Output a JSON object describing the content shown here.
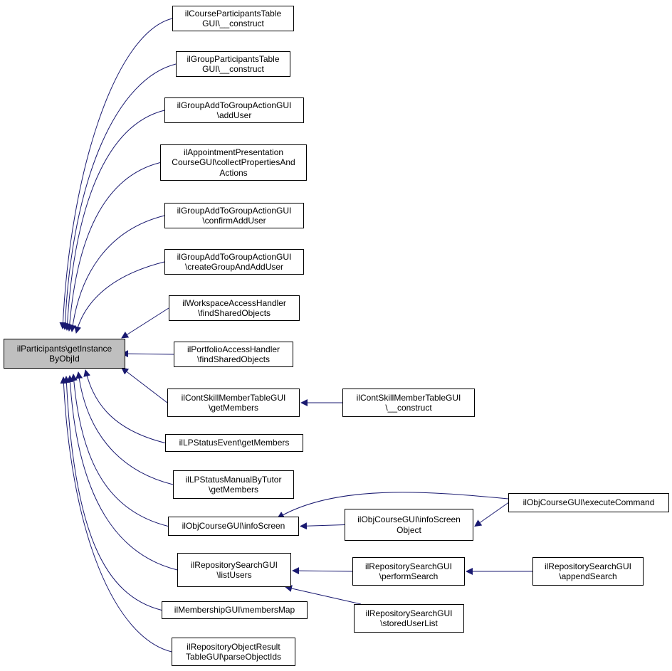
{
  "root": {
    "id": "root",
    "lines": [
      "ilParticipants\\getInstance",
      "ByObjId"
    ]
  },
  "callers": [
    {
      "id": "n1",
      "lines": [
        "ilCourseParticipantsTable",
        "GUI\\__construct"
      ]
    },
    {
      "id": "n2",
      "lines": [
        "ilGroupParticipantsTable",
        "GUI\\__construct"
      ]
    },
    {
      "id": "n3",
      "lines": [
        "ilGroupAddToGroupActionGUI",
        "\\addUser"
      ]
    },
    {
      "id": "n4",
      "lines": [
        "ilAppointmentPresentation",
        "CourseGUI\\collectPropertiesAnd",
        "Actions"
      ]
    },
    {
      "id": "n5",
      "lines": [
        "ilGroupAddToGroupActionGUI",
        "\\confirmAddUser"
      ]
    },
    {
      "id": "n6",
      "lines": [
        "ilGroupAddToGroupActionGUI",
        "\\createGroupAndAddUser"
      ]
    },
    {
      "id": "n7",
      "lines": [
        "ilWorkspaceAccessHandler",
        "\\findSharedObjects"
      ]
    },
    {
      "id": "n8",
      "lines": [
        "ilPortfolioAccessHandler",
        "\\findSharedObjects"
      ]
    },
    {
      "id": "n9",
      "lines": [
        "ilContSkillMemberTableGUI",
        "\\getMembers"
      ]
    },
    {
      "id": "n10",
      "lines": [
        "ilLPStatusEvent\\getMembers"
      ]
    },
    {
      "id": "n11",
      "lines": [
        "ilLPStatusManualByTutor",
        "\\getMembers"
      ]
    },
    {
      "id": "n12",
      "lines": [
        "ilObjCourseGUI\\infoScreen"
      ]
    },
    {
      "id": "n13",
      "lines": [
        "ilRepositorySearchGUI",
        "\\listUsers"
      ]
    },
    {
      "id": "n14",
      "lines": [
        "ilMembershipGUI\\membersMap"
      ]
    },
    {
      "id": "n15",
      "lines": [
        "ilRepositoryObjectResult",
        "TableGUI\\parseObjectIds"
      ]
    }
  ],
  "secondary": [
    {
      "id": "m1",
      "lines": [
        "ilContSkillMemberTableGUI",
        "\\__construct"
      ]
    },
    {
      "id": "m2",
      "lines": [
        "ilObjCourseGUI\\infoScreen",
        "Object"
      ]
    },
    {
      "id": "m3",
      "lines": [
        "ilRepositorySearchGUI",
        "\\performSearch"
      ]
    },
    {
      "id": "m4",
      "lines": [
        "ilRepositorySearchGUI",
        "\\storedUserList"
      ]
    },
    {
      "id": "m5",
      "lines": [
        "ilObjCourseGUI\\executeCommand"
      ]
    },
    {
      "id": "m6",
      "lines": [
        "ilRepositorySearchGUI",
        "\\appendSearch"
      ]
    }
  ],
  "edges": [
    [
      "n1",
      "root"
    ],
    [
      "n2",
      "root"
    ],
    [
      "n3",
      "root"
    ],
    [
      "n4",
      "root"
    ],
    [
      "n5",
      "root"
    ],
    [
      "n6",
      "root"
    ],
    [
      "n7",
      "root"
    ],
    [
      "n8",
      "root"
    ],
    [
      "n9",
      "root"
    ],
    [
      "n10",
      "root"
    ],
    [
      "n11",
      "root"
    ],
    [
      "n12",
      "root"
    ],
    [
      "n13",
      "root"
    ],
    [
      "n14",
      "root"
    ],
    [
      "n15",
      "root"
    ],
    [
      "m1",
      "n9"
    ],
    [
      "m2",
      "n12"
    ],
    [
      "m5",
      "n12"
    ],
    [
      "m5",
      "m2"
    ],
    [
      "m3",
      "n13"
    ],
    [
      "m4",
      "n13"
    ],
    [
      "m6",
      "m3"
    ]
  ],
  "colors": {
    "edge": "#191970",
    "node_border": "#000000",
    "root_fill": "#bfbfbf",
    "node_fill": "#ffffff"
  }
}
